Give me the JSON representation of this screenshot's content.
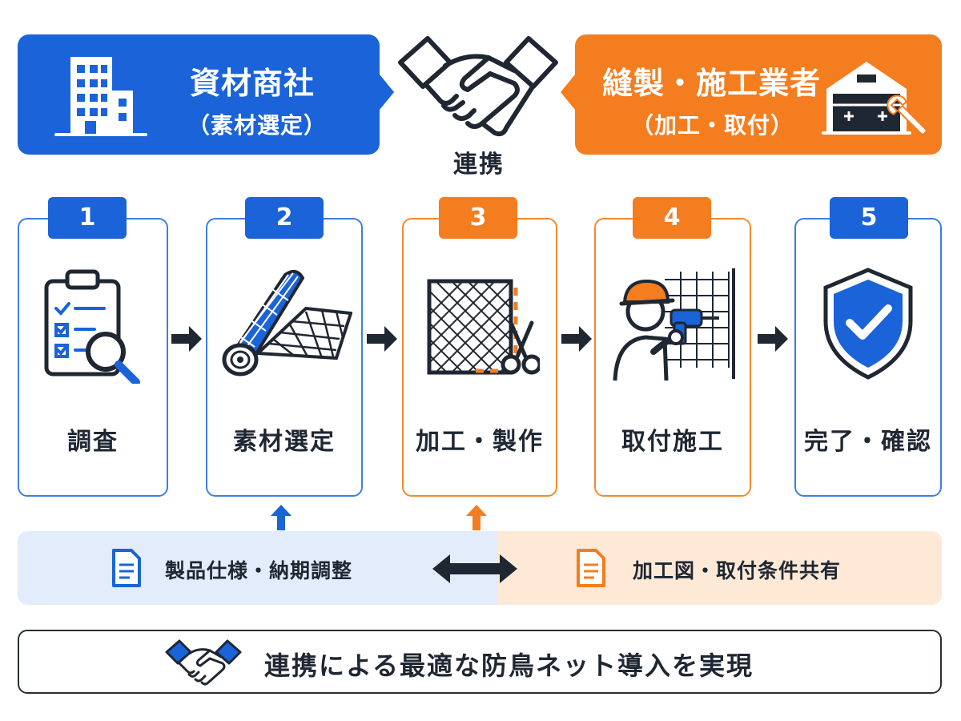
{
  "partners": {
    "left": {
      "title": "資材商社",
      "subtitle": "（素材選定）"
    },
    "right": {
      "title": "縫製・施工業者",
      "subtitle": "（加工・取付）"
    },
    "link_label": "連携"
  },
  "steps": [
    {
      "number": "1",
      "label": "調査",
      "icon": "clipboard-search-icon",
      "color": "#1a63d8"
    },
    {
      "number": "2",
      "label": "素材選定",
      "icon": "net-roll-icon",
      "color": "#1a63d8"
    },
    {
      "number": "3",
      "label": "加工・製作",
      "icon": "net-cutting-icon",
      "color": "#f47d20"
    },
    {
      "number": "4",
      "label": "取付施工",
      "icon": "worker-drill-icon",
      "color": "#f47d20"
    },
    {
      "number": "5",
      "label": "完了・確認",
      "icon": "shield-check-icon",
      "color": "#1a63d8"
    }
  ],
  "info": {
    "left": "製品仕様・納期調整",
    "right": "加工図・取付条件共有"
  },
  "footer": "連携による最適な防鳥ネット導入を実現",
  "colors": {
    "blue": "#1a63d8",
    "orange": "#f47d20",
    "dark": "#1f2733",
    "light_blue": "#e3ecfb",
    "light_orange": "#fde9d6"
  }
}
